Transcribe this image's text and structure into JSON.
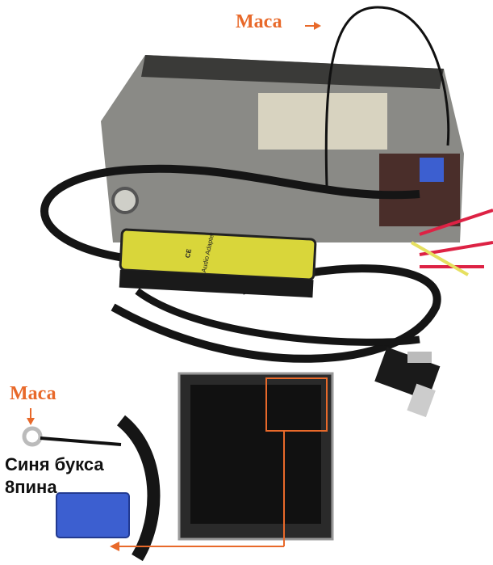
{
  "labels": {
    "ground_top": "Маса",
    "ground_left": "Маса",
    "connector_line1": "Синя букса",
    "connector_line2": "8пина"
  },
  "adapter": {
    "label": "Audio Adapter",
    "mark": "CE"
  },
  "colors": {
    "annotation": "#e8692a",
    "adapter": "#d9d63a",
    "connector": "#3c5fd0",
    "radio_body": "#8a8a86"
  }
}
